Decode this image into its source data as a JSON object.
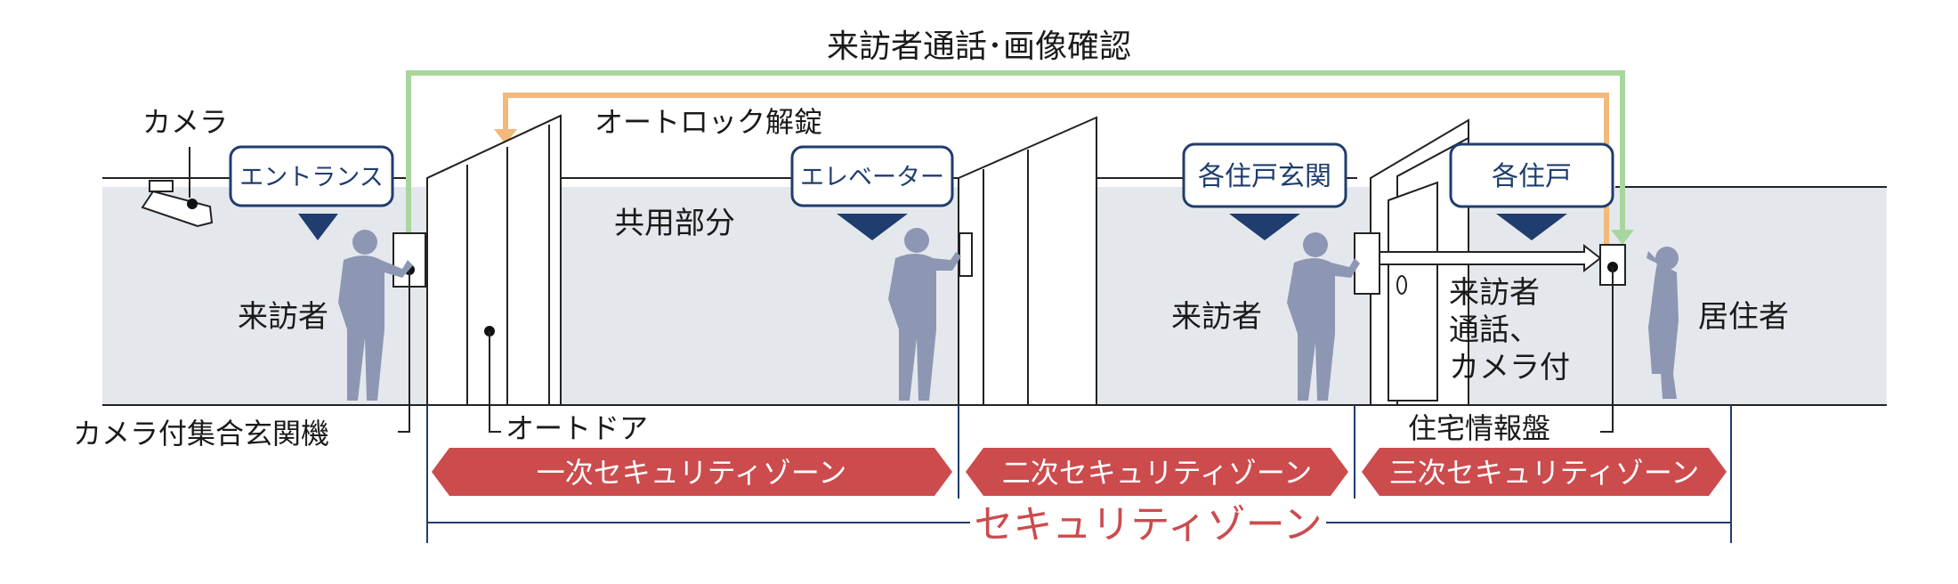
{
  "title": "来訪者通話･画像確認",
  "colors": {
    "background_band": "#e4e8ed",
    "navy": "#1f3d6e",
    "zone_red": "#cc4b4d",
    "green_line": "#a9d69e",
    "orange_line": "#f2b97a",
    "silhouette": "#8d97b3"
  },
  "labels": {
    "camera": "カメラ",
    "autolock": "オートロック解錠",
    "common_area": "共用部分",
    "visitor_left": "来訪者",
    "visitor_right": "来訪者",
    "resident": "居住者",
    "intercom_line1": "来訪者",
    "intercom_line2": "通話、",
    "intercom_line3": "カメラ付",
    "entrance_unit": "カメラ付集合玄関機",
    "auto_door": "オートドア",
    "info_panel": "住宅情報盤"
  },
  "boxes": {
    "entrance": "エントランス",
    "elevator": "エレベーター",
    "unit_entrance": "各住戸玄関",
    "unit": "各住戸"
  },
  "zones": {
    "first": "一次セキュリティゾーン",
    "second": "二次セキュリティゾーン",
    "third": "三次セキュリティゾーン",
    "overall": "セキュリティゾーン"
  }
}
